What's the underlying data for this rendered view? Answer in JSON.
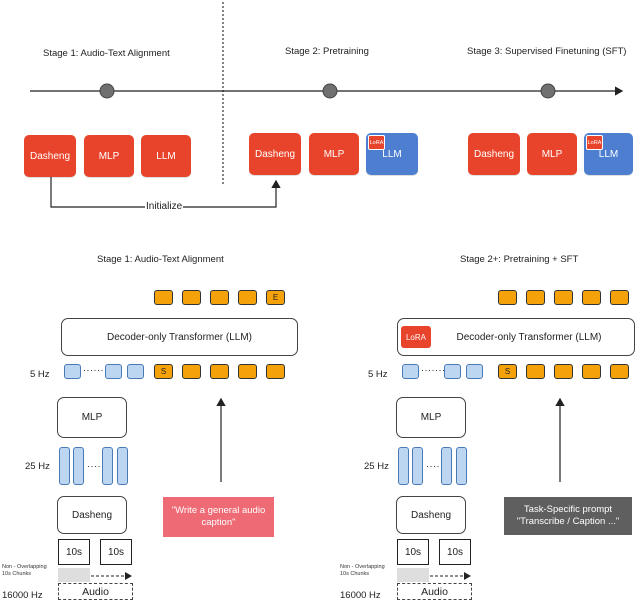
{
  "top": {
    "stage1_title": "Stage 1: Audio-Text Alignment",
    "stage2_title": "Stage 2: Pretraining",
    "stage3_title": "Stage 3: Supervised Finetuning (SFT)",
    "boxes": {
      "dasheng": "Dasheng",
      "mlp": "MLP",
      "llm": "LLM",
      "lora": "LoRA"
    },
    "initialize_label": "Initialize",
    "colors": {
      "red": "#e8442b",
      "blue": "#4d7ed0"
    }
  },
  "left": {
    "title": "Stage 1: Audio-Text Alignment",
    "decoder_label": "Decoder-only Transformer (LLM)",
    "end_token": "E",
    "start_token": "S",
    "hz5": "5 Hz",
    "hz25": "25 Hz",
    "hz16000": "16000 Hz",
    "mlp": "MLP",
    "dasheng": "Dasheng",
    "chunk": "10s",
    "chunk_note": "Non - Overlapping\n10s Chunks",
    "audio": "Audio",
    "prompt": "\"Write a general audio caption\"",
    "prompt_color": "#ee6a74"
  },
  "right": {
    "title": "Stage 2+: Pretraining + SFT",
    "decoder_label": "Decoder-only Transformer (LLM)",
    "lora": "LoRA",
    "end_token": "",
    "start_token": "S",
    "hz5": "5 Hz",
    "hz25": "25 Hz",
    "hz16000": "16000 Hz",
    "mlp": "MLP",
    "dasheng": "Dasheng",
    "chunk": "10s",
    "chunk_note": "Non - Overlapping\n10s Chunks",
    "audio": "Audio",
    "prompt_line1": "Task-Specific prompt",
    "prompt_line2": "\"Transcribe / Caption ...\"",
    "prompt_color": "#5f5f5f"
  }
}
